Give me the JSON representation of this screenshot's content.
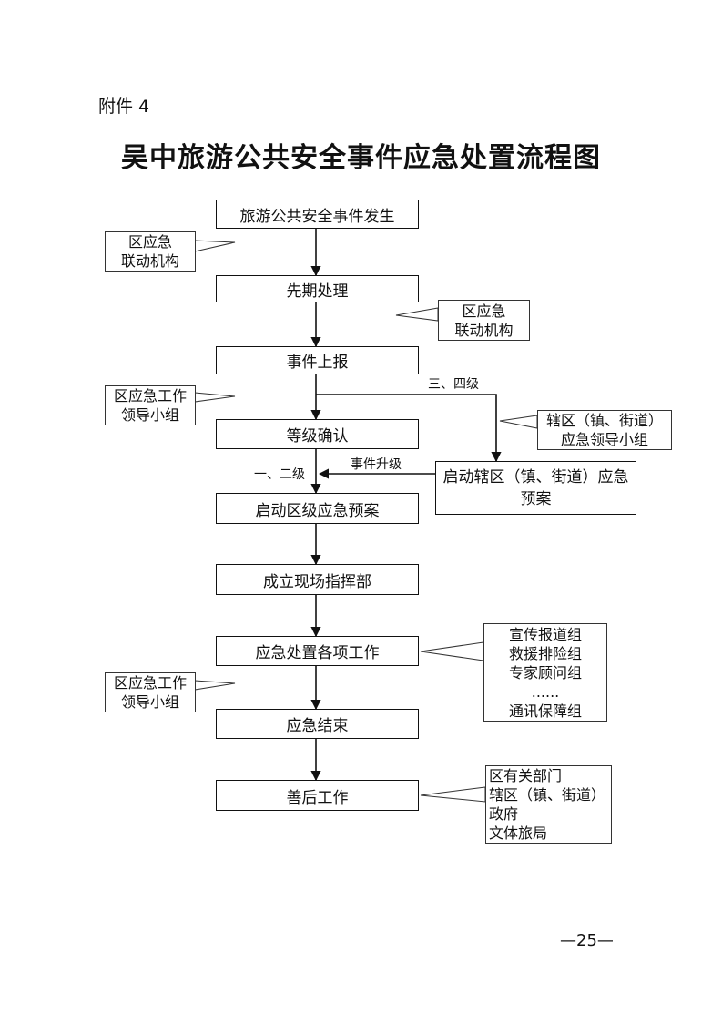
{
  "attachment": "附件 4",
  "title": "吴中旅游公共安全事件应急处置流程图",
  "steps": [
    "旅游公共安全事件发生",
    "先期处理",
    "事件上报",
    "等级确认",
    "启动区级应急预案",
    "成立现场指挥部",
    "应急处置各项工作",
    "应急结束",
    "善后工作"
  ],
  "side_step": [
    "启动辖区（镇、街道）应急",
    "预案"
  ],
  "callouts": {
    "c1": [
      "区应急",
      "联动机构"
    ],
    "c2": [
      "区应急",
      "联动机构"
    ],
    "c3": [
      "区应急工作",
      "领导小组"
    ],
    "c4": [
      "辖区（镇、街道）",
      "应急领导小组"
    ],
    "c5": [
      "宣传报道组",
      "救援排险组",
      "专家顾问组",
      "......",
      "通讯保障组"
    ],
    "c6": [
      "区应急工作",
      "领导小组"
    ],
    "c7": [
      "区有关部门",
      "辖区（镇、街道）",
      "政府",
      "文体旅局"
    ]
  },
  "labels": {
    "level_34": "三、四级",
    "level_12": "一、二级",
    "upgrade": "事件升级"
  },
  "page_number": "—25—"
}
